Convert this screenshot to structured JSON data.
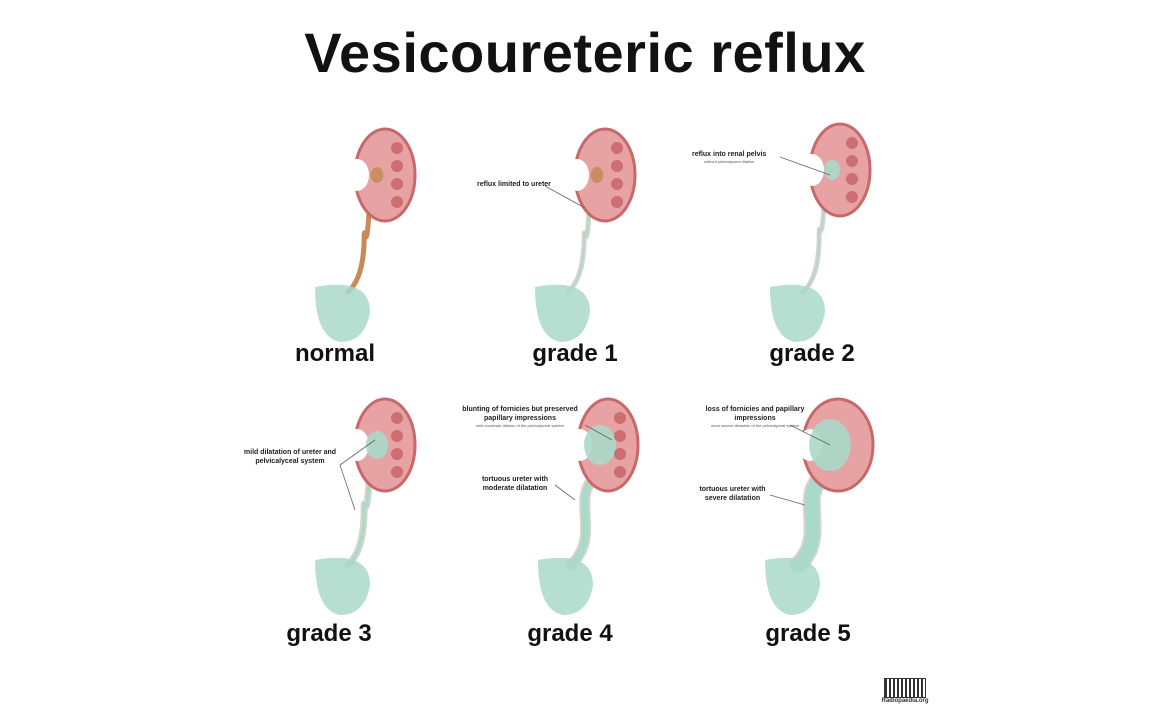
{
  "title": "Vesicoureteric reflux",
  "panels": [
    {
      "label": "normal",
      "grade": 0
    },
    {
      "label": "grade 1",
      "grade": 1,
      "annotations": [
        {
          "text": "reflux limited to ureter"
        }
      ]
    },
    {
      "label": "grade 2",
      "grade": 2,
      "annotations": [
        {
          "text": "reflux into renal pelvis",
          "sub": "without pelvicalyceal dilation"
        }
      ]
    },
    {
      "label": "grade 3",
      "grade": 3,
      "annotations": [
        {
          "text": "mild dilatation of ureter and pelvicalyceal system"
        }
      ]
    },
    {
      "label": "grade 4",
      "grade": 4,
      "annotations": [
        {
          "text": "blunting of fornicies but preserved papillary impressions",
          "sub": "mild-moderate dilation of the pelvicalyceal system"
        },
        {
          "text": "tortuous ureter with moderate dilatation"
        }
      ]
    },
    {
      "label": "grade 5",
      "grade": 5,
      "annotations": [
        {
          "text": "loss of fornicies and papillary impressions",
          "sub": "more severe dilatation of the pelvicalyceal system"
        },
        {
          "text": "tortuous ureter with severe dilatation"
        }
      ]
    }
  ],
  "credit": "Radiopaedia.org",
  "colors": {
    "kidney": "#e7a3a3",
    "kidney_edge": "#c7686b",
    "urine": "#a9d9c9",
    "ureter_normal": "#c98a5a",
    "ureter": "#d9d3cc"
  }
}
